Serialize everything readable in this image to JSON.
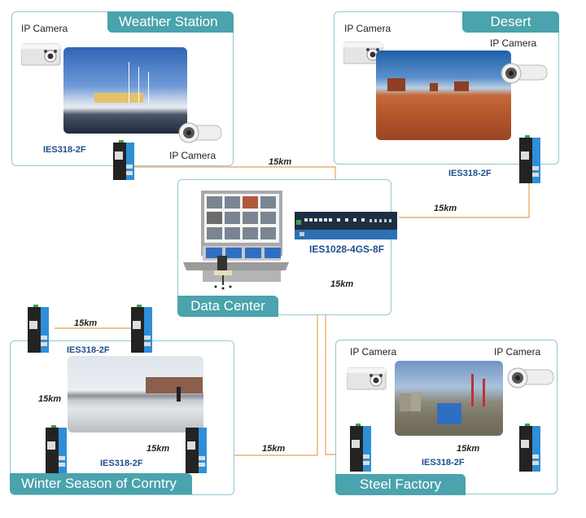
{
  "zones": {
    "weather": {
      "title": "Weather Station",
      "camera_left": "IP Camera",
      "camera_right": "IP Camera",
      "switch_model": "IES318-2F"
    },
    "desert": {
      "title": "Desert",
      "camera_left": "IP Camera",
      "camera_right": "IP Camera",
      "switch_model": "IES318-2F"
    },
    "datacenter": {
      "title": "Data Center",
      "switch_model": "IES1028-4GS-8F"
    },
    "winter": {
      "title": "Winter Season of Corntry",
      "switch_model_top": "IES318-2F",
      "switch_model_bottom": "IES318-2F"
    },
    "steel": {
      "title": "Steel Factory",
      "camera_left": "IP Camera",
      "camera_right": "IP Camera",
      "switch_model": "IES318-2F"
    }
  },
  "links": {
    "weather_to_core": "15km",
    "desert_to_core": "15km",
    "core_to_steel": "15km",
    "winter_top": "15km",
    "winter_left": "15km",
    "winter_bottom": "15km",
    "winter_to_core": "15km",
    "steel_link": "15km"
  },
  "colors": {
    "fiber": "#e8a055",
    "ethernet": "#5bbcd6",
    "zone_border": "#8fc9d2",
    "zone_title_bg": "#4aa3ad",
    "model_text": "#1f4e8c"
  }
}
